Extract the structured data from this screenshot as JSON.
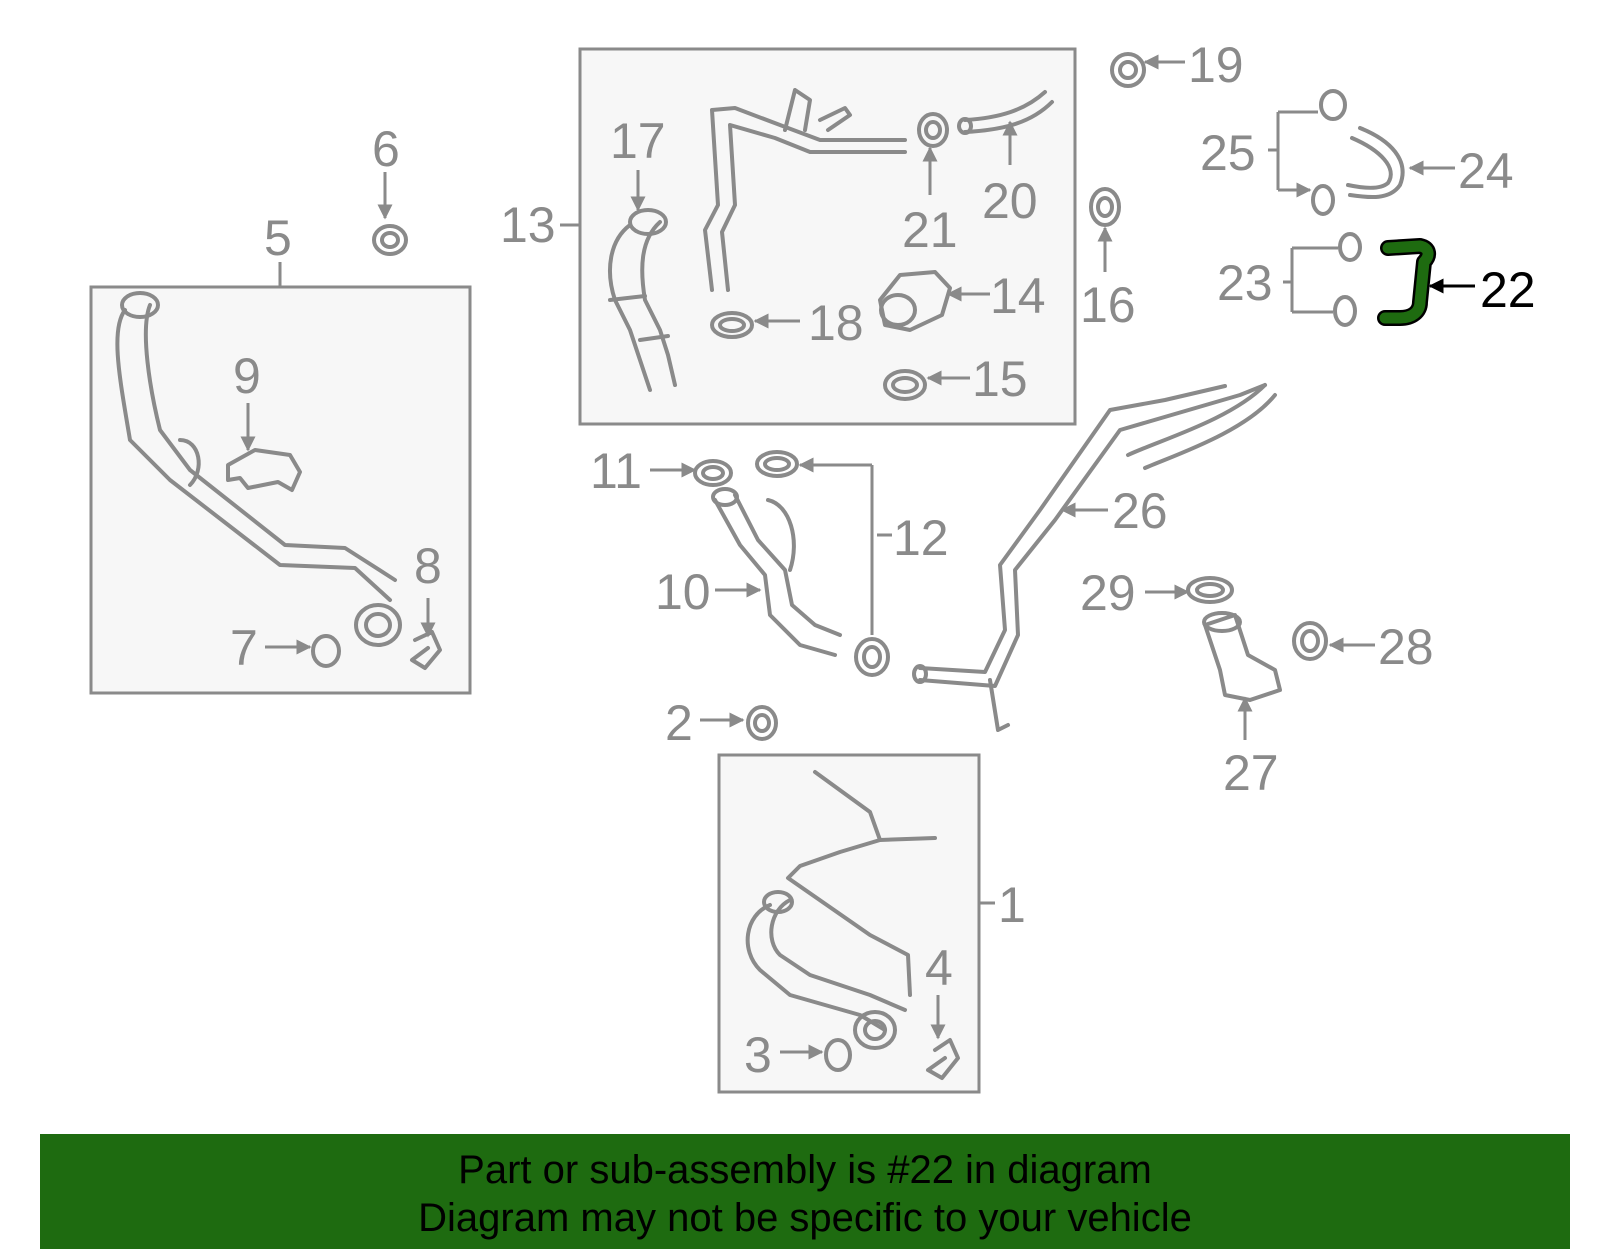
{
  "diagram": {
    "highlight_color": "#1e6b10",
    "part_color": "#8a8a8a",
    "callouts": {
      "c1": "1",
      "c2": "2",
      "c3": "3",
      "c4": "4",
      "c5": "5",
      "c6": "6",
      "c7": "7",
      "c8": "8",
      "c9": "9",
      "c10": "10",
      "c11": "11",
      "c12": "12",
      "c13": "13",
      "c14": "14",
      "c15": "15",
      "c16": "16",
      "c17": "17",
      "c18": "18",
      "c19": "19",
      "c20": "20",
      "c21": "21",
      "c22": "22",
      "c23": "23",
      "c24": "24",
      "c25": "25",
      "c26": "26",
      "c27": "27",
      "c28": "28",
      "c29": "29"
    },
    "highlighted_part": "22"
  },
  "banner": {
    "line1": "Part or sub-assembly is #22 in diagram",
    "line2": "Diagram may not be specific to your vehicle",
    "background": "#1e6b10"
  }
}
